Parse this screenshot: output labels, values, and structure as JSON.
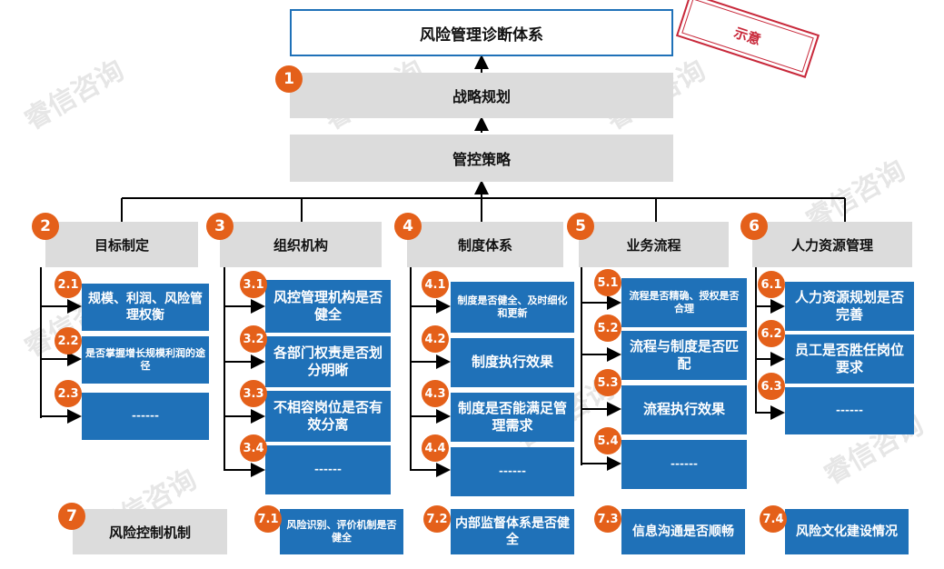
{
  "title": "风险管理诊断体系",
  "stamp": "示意",
  "watermark": "睿信咨询",
  "levels": [
    {
      "num": "1",
      "label": "战略规划"
    },
    {
      "label": "管控策略"
    }
  ],
  "columns": [
    {
      "num": "2",
      "label": "目标制定",
      "items": [
        {
          "num": "2.1",
          "text": "规模、利润、风险管理权衡"
        },
        {
          "num": "2.2",
          "text": "是否掌握增长规模利润的途径"
        },
        {
          "num": "2.3",
          "text": "------"
        }
      ]
    },
    {
      "num": "3",
      "label": "组织机构",
      "items": [
        {
          "num": "3.1",
          "text": "风控管理机构是否健全"
        },
        {
          "num": "3.2",
          "text": "各部门权责是否划分明晰"
        },
        {
          "num": "3.3",
          "text": "不相容岗位是否有效分离"
        },
        {
          "num": "3.4",
          "text": "------"
        }
      ]
    },
    {
      "num": "4",
      "label": "制度体系",
      "items": [
        {
          "num": "4.1",
          "text": "制度是否健全、及时细化和更新"
        },
        {
          "num": "4.2",
          "text": "制度执行效果"
        },
        {
          "num": "4.3",
          "text": "制度是否能满足管理需求"
        },
        {
          "num": "4.4",
          "text": "------"
        }
      ]
    },
    {
      "num": "5",
      "label": "业务流程",
      "items": [
        {
          "num": "5.1",
          "text": "流程是否精确、授权是否合理"
        },
        {
          "num": "5.2",
          "text": "流程与制度是否匹配"
        },
        {
          "num": "5.3",
          "text": "流程执行效果"
        },
        {
          "num": "5.4",
          "text": "------"
        }
      ]
    },
    {
      "num": "6",
      "label": "人力资源管理",
      "items": [
        {
          "num": "6.1",
          "text": "人力资源规划是否完善"
        },
        {
          "num": "6.2",
          "text": "员工是否胜任岗位要求"
        },
        {
          "num": "6.3",
          "text": "------"
        }
      ]
    }
  ],
  "bottom": {
    "num": "7",
    "label": "风险控制机制",
    "items": [
      {
        "num": "7.1",
        "text": "风险识别、评价机制是否健全"
      },
      {
        "num": "7.2",
        "text": "内部监督体系是否健全"
      },
      {
        "num": "7.3",
        "text": "信息沟通是否顺畅"
      },
      {
        "num": "7.4",
        "text": "风险文化建设情况"
      }
    ]
  },
  "colors": {
    "blue": "#1f71b8",
    "gray": "#dcdcdc",
    "orange": "#e4601a",
    "stamp": "#c8283a"
  }
}
